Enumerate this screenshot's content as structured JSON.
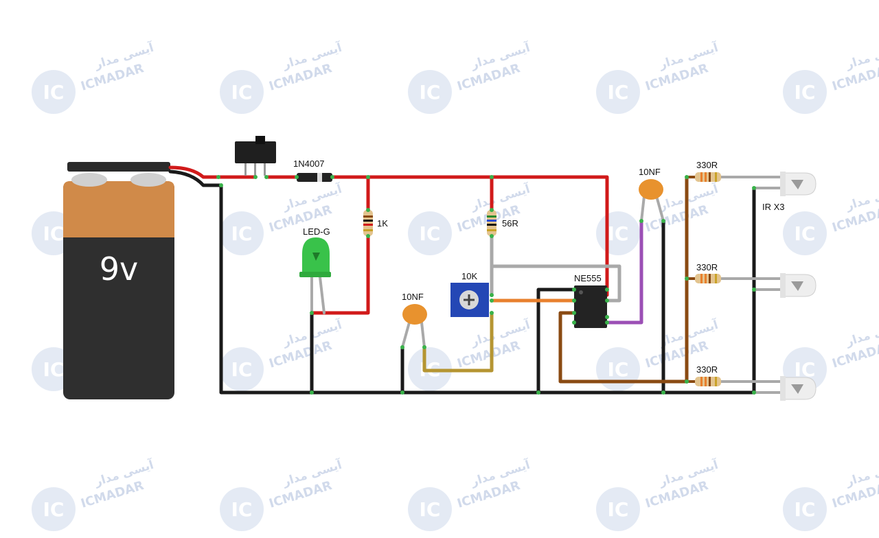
{
  "battery": {
    "label": "9v"
  },
  "labels": {
    "diode": "1N4007",
    "r1": "1K",
    "led": "LED-G",
    "r2": "56R",
    "pot": "10K",
    "cap1": "10NF",
    "ic": "NE555",
    "cap2": "10NF",
    "r3": "330R",
    "r4": "330R",
    "r5": "330R",
    "ir": "IR X3"
  },
  "watermark": {
    "brand": "ICMADAR",
    "brand_fa": "آیسی مدار",
    "logo": "IC"
  },
  "colors": {
    "red": "#d11a1a",
    "black": "#1a1a1a",
    "grey": "#a9a9a9",
    "orange": "#e8802e",
    "purple": "#9b4fb5",
    "brown": "#8a4a12",
    "olive": "#b59532",
    "battery_top": "#d08a49",
    "battery_body": "#2f2f2f"
  }
}
